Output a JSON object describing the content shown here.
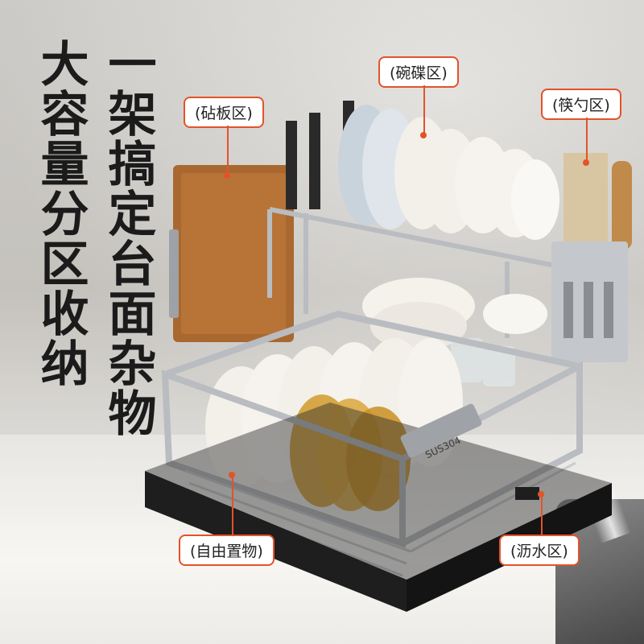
{
  "headline": {
    "line1": "大容量分区收纳",
    "line2": "一架搞定台面杂物"
  },
  "callouts": {
    "cutting_board": "(砧板区)",
    "dish": "(碗碟区)",
    "utensil": "(筷勺区)",
    "free_place": "(自由置物)",
    "drain": "(沥水区)"
  },
  "rack_marking": "SUS304",
  "colors": {
    "accent": "#e2532a",
    "headline": "#1b1b1b",
    "steel": "#b9bcc0",
    "tray": "#1e1e1e",
    "wood": "#a9682f",
    "plate": "#f3f0ea",
    "amber": "#d09a2a"
  }
}
